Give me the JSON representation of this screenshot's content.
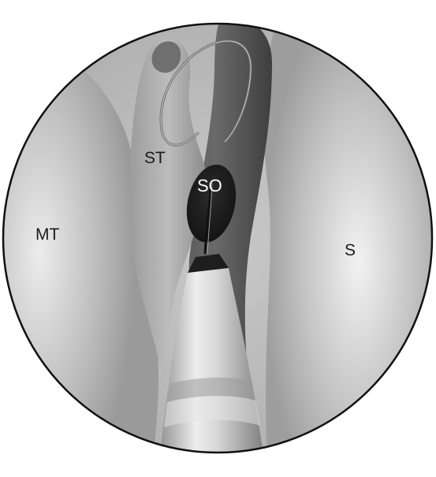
{
  "labels": {
    "middle_turbinate": "MT",
    "superior_turbinate": "ST",
    "sphenoid_ostium": "SO",
    "septum": "S"
  }
}
